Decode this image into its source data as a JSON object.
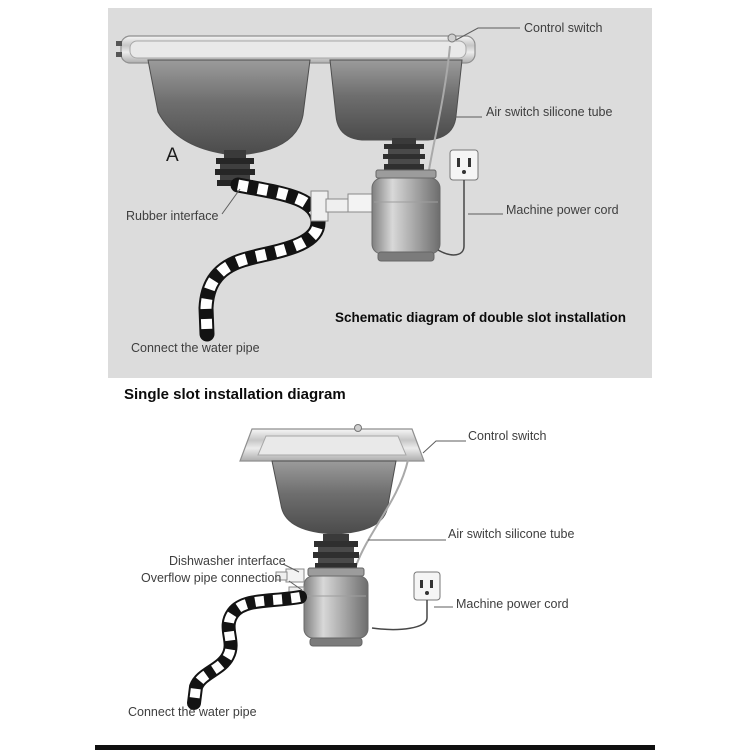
{
  "colors": {
    "panel": "#dcdcdc",
    "hose": "#131313",
    "metal_edge": "#9a9a9a"
  },
  "double_slot": {
    "title": "Schematic diagram of double slot installation",
    "marker": "A",
    "labels": {
      "control_switch": "Control switch",
      "air_switch_tube": "Air switch silicone tube",
      "machine_power_cord": "Machine power cord",
      "rubber_interface": "Rubber interface",
      "connect_water_pipe": "Connect the water pipe"
    }
  },
  "single_slot": {
    "title": "Single slot installation diagram",
    "labels": {
      "control_switch": "Control switch",
      "air_switch_tube": "Air switch silicone tube",
      "dishwasher_interface": "Dishwasher interface",
      "overflow_pipe_connection": "Overflow pipe connection",
      "machine_power_cord": "Machine power cord",
      "connect_water_pipe": "Connect the water pipe"
    }
  }
}
